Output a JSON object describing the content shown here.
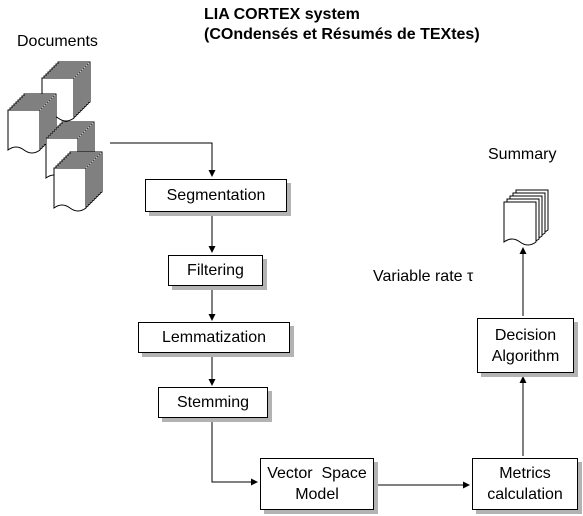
{
  "title": {
    "line1": "LIA CORTEX system",
    "line2": "(COndensés et Résumés de TEXtes)"
  },
  "labels": {
    "documents": "Documents",
    "summary": "Summary",
    "variable_rate": "Variable rate τ"
  },
  "boxes": {
    "segmentation": "Segmentation",
    "filtering": "Filtering",
    "lemmatization": "Lemmatization",
    "stemming": "Stemming",
    "vsm_line1": "Vector  Space",
    "vsm_line2": "Model",
    "metrics_line1": "Metrics",
    "metrics_line2": "calculation",
    "decision_line1": "Decision",
    "decision_line2": "Algorithm"
  }
}
